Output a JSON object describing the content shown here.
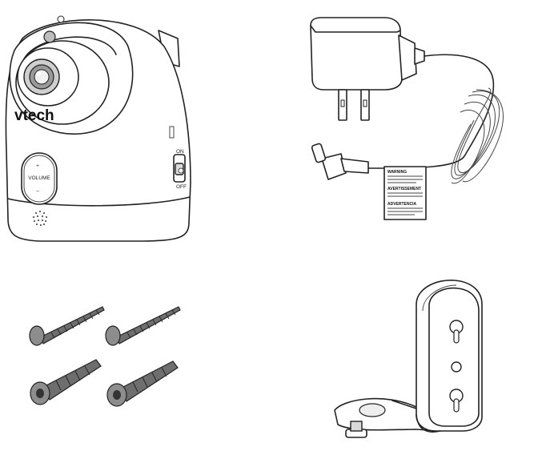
{
  "camera": {
    "brand": "vtech",
    "volume_label": "VOLUME",
    "plus": "+",
    "minus": "–",
    "switch_on": "ON",
    "switch_off": "OFF"
  },
  "adapter": {
    "warning_1": "WARNING",
    "warning_2": "AVERTISSEMENT",
    "warning_3": "ADVERTENCIA"
  }
}
